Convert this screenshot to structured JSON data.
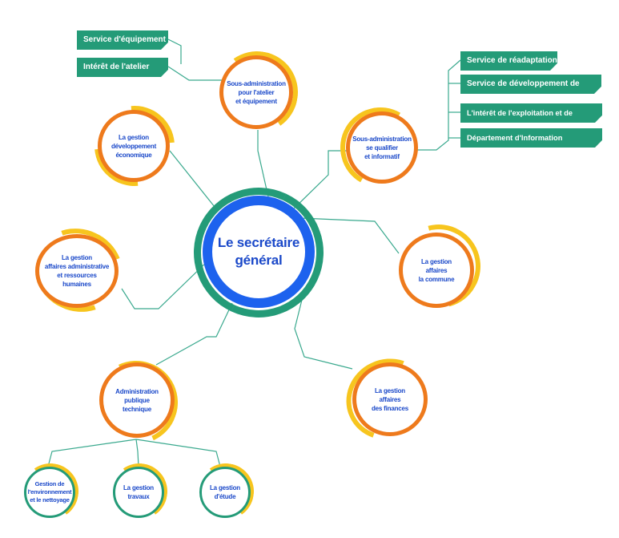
{
  "center": {
    "label": "Le secrétaire\ngénéral"
  },
  "nodes": {
    "atelier": "Sous-administration\npour l'atelier\net équipement",
    "economique": "La gestion\ndéveloppement\néconomique",
    "qualifier": "Sous-administration\nse qualifier\net informatif",
    "affaires_admin": "La gestion\naffaires administrative\net ressources\nhumaines",
    "commune": "La gestion\naffaires\nla commune",
    "finances": "La gestion\naffaires\ndes finances",
    "technique": "Administration\npublique\ntechnique",
    "environnement": "Gestion de\nl'environnement\net le nettoyage",
    "travaux": "La gestion\ntravaux",
    "etude": "La gestion\nd'étude"
  },
  "tags": {
    "equipement": "Service d'équipement",
    "atelier": "Intérêt de l'atelier",
    "readaptation": "Service de  réadaptation",
    "systeme": "Service de développement de système",
    "exploitation": "L'intérêt de l'exploitation et de l'engagement",
    "geographique": "Département d'Information Géographique"
  },
  "colors": {
    "blue": "#1d62ee",
    "orange": "#ee7a1c",
    "yellow": "#f7c51e",
    "green": "#249b78",
    "text": "#1a48c9"
  }
}
